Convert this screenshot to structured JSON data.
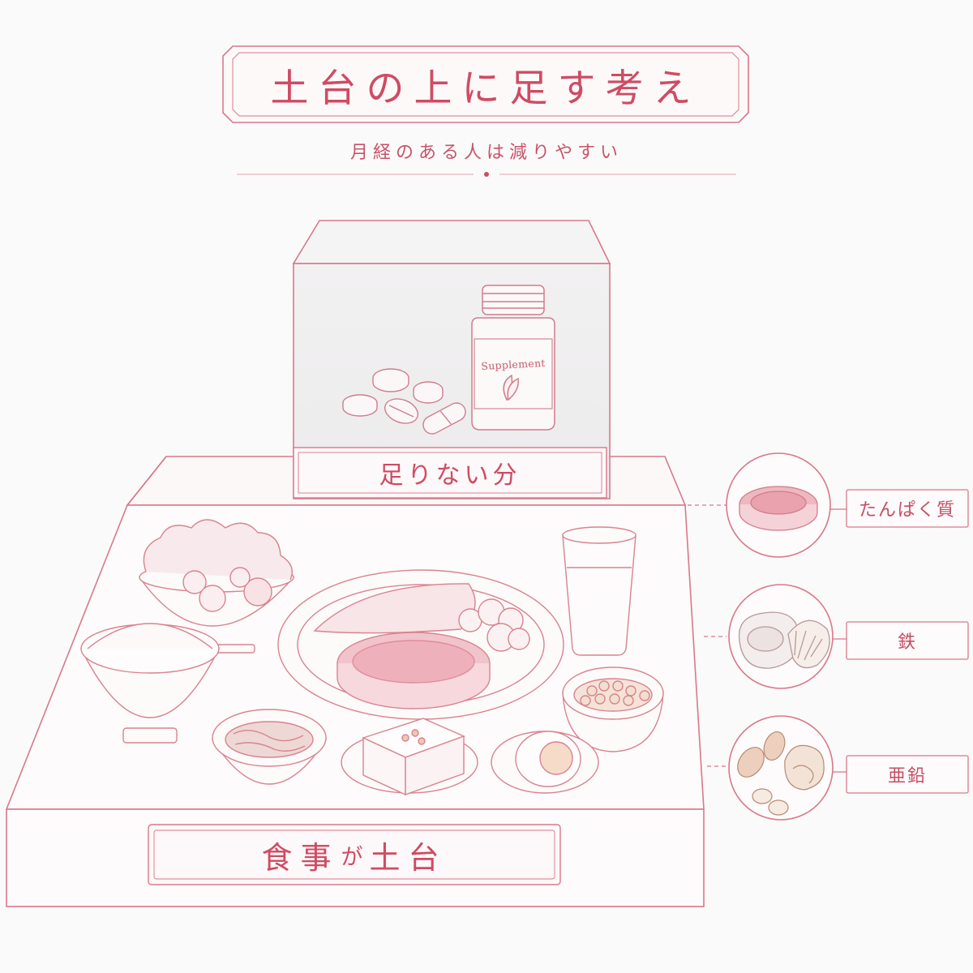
{
  "header": {
    "title": "土台の上に足す考え",
    "subtitle": "月経のある人は減りやすい"
  },
  "top_box": {
    "label": "足りない分",
    "bottle_label": "Supplement"
  },
  "base": {
    "label_part1": "食事",
    "label_part2": "が",
    "label_part3": "土台"
  },
  "nutrients": [
    {
      "label": "たんぱく質",
      "icon": "meat-steak-icon"
    },
    {
      "label": "鉄",
      "icon": "oyster-shell-icon"
    },
    {
      "label": "亜鉛",
      "icon": "nuts-icon"
    }
  ],
  "colors": {
    "accent": "#cf4b63",
    "line": "#d9788a",
    "box_fill": "#f1f0f1",
    "background": "#fbfafa"
  }
}
